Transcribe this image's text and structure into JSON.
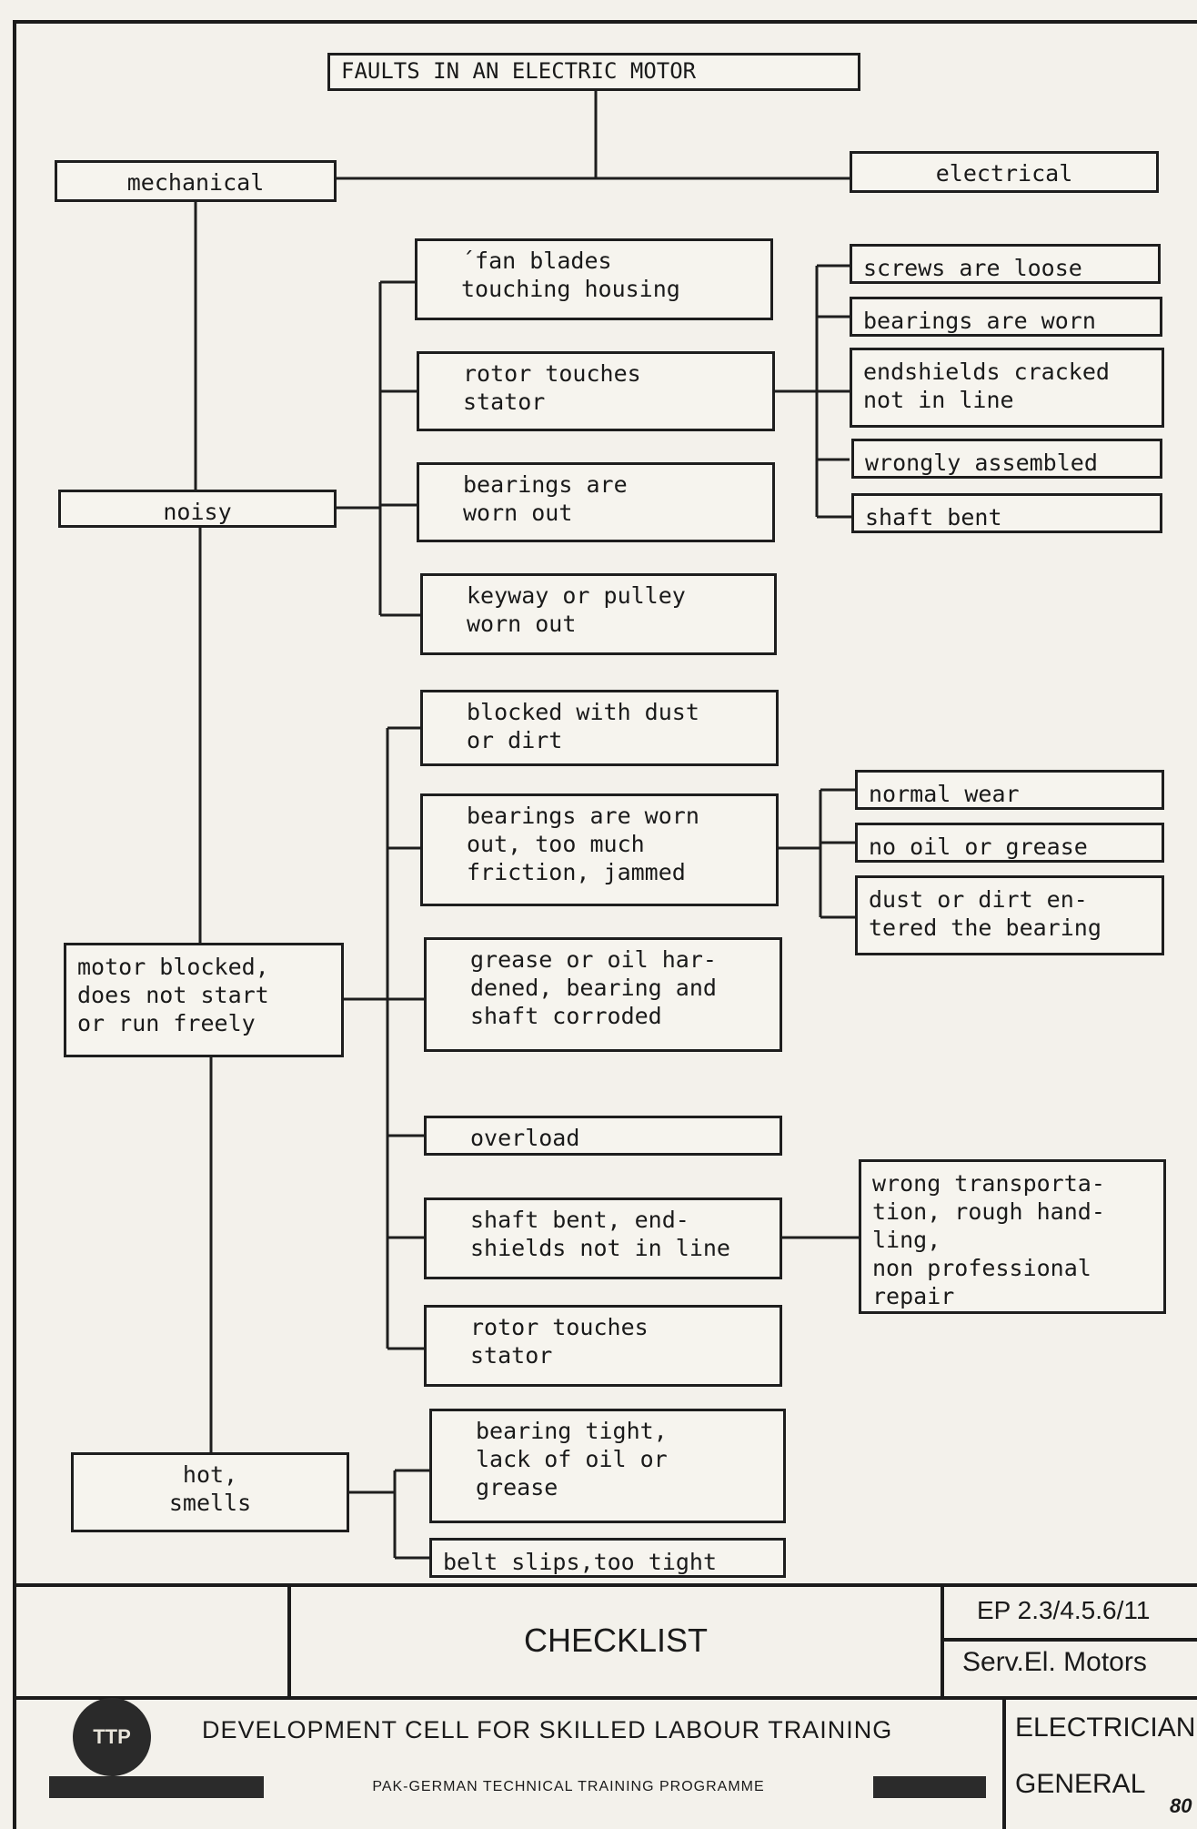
{
  "diagram": {
    "title": "FAULTS IN AN ELECTRIC MOTOR",
    "branches": {
      "mechanical": "mechanical",
      "electrical": "electrical"
    },
    "symptoms": {
      "noisy": "noisy",
      "blocked": "motor blocked,\ndoes not start\nor run freely",
      "hot": "hot,\nsmells"
    },
    "noisy_causes": [
      "´fan blades\ntouching housing",
      "rotor touches\nstator",
      "bearings are\nworn out",
      "keyway or pulley\nworn out"
    ],
    "rotor_subcauses": [
      "screws are loose",
      "bearings are worn",
      "endshields cracked\nnot in line",
      "wrongly assembled",
      "shaft bent"
    ],
    "blocked_causes": [
      "blocked with dust\nor dirt",
      "bearings are worn\nout, too much\nfriction, jammed",
      "grease or oil har-\ndened, bearing and\nshaft corroded",
      "overload",
      "shaft bent, end-\nshields not in line",
      "rotor touches\nstator"
    ],
    "bearing_subcauses": [
      "normal wear",
      "no oil or grease",
      "dust or dirt en-\ntered the bearing"
    ],
    "shaft_subcause": "wrong transporta-\ntion, rough hand-\nling,\nnon professional\nrepair",
    "hot_causes": [
      "bearing tight,\nlack of oil or\ngrease",
      "belt slips,too tight"
    ]
  },
  "title_block": {
    "heading": "CHECKLIST",
    "code": "EP 2.3/4.5.6/11",
    "subject": "Serv.El. Motors",
    "organization": "DEVELOPMENT CELL FOR SKILLED LABOUR TRAINING",
    "programme": "PAK-GERMAN TECHNICAL TRAINING PROGRAMME",
    "trade": "ELECTRICIAN",
    "level": "GENERAL",
    "page": "80",
    "logo_text": "TTP"
  }
}
